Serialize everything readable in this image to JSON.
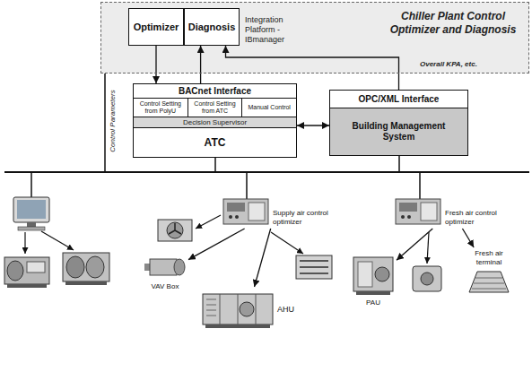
{
  "diagram": {
    "nodes": [
      {
        "text": [
          "Chiller Plant Control Optimizer and Diagnosis",
          "Integration Platform -IBmanager"
        ]
      },
      {
        "text": [
          "Optimizer"
        ],
        "in": 0
      },
      {
        "text": [
          "Diagnosis"
        ],
        "in": 0
      },
      {
        "text": [
          "BACnet Interface",
          "Decision Supervisor",
          "ATC"
        ]
      },
      {
        "text": [
          "Control Setting from PolyU"
        ],
        "in": 3
      },
      {
        "text": [
          "Control Setting from ATC"
        ],
        "in": 3
      },
      {
        "text": [
          "Manual Control"
        ],
        "in": 3
      },
      {
        "text": [
          "OPC/XML Interface"
        ]
      },
      {
        "text": [
          "Building Management System"
        ],
        "in": 7
      },
      {
        "text": [
          "Supply air control optimizer"
        ]
      },
      {
        "text": [
          "VAV Box"
        ]
      },
      {
        "text": [
          "AHU"
        ]
      },
      {
        "text": [
          "Fresh air control optimizer"
        ]
      },
      {
        "text": [
          "PAU"
        ]
      },
      {
        "text": [
          "Fresh air terminal"
        ]
      }
    ],
    "edges": [
      {
        "from": 1,
        "to": 3,
        "arrow": "to"
      },
      {
        "from": 3,
        "to": 2,
        "arrow": "to"
      },
      {
        "from": 7,
        "to": 2,
        "arrow": "to"
      },
      {
        "from": 3,
        "to": 7,
        "arrow": "both"
      },
      {
        "from": 9,
        "to": 10,
        "arrow": "to"
      },
      {
        "from": 9,
        "to": 11,
        "arrow": "to"
      },
      {
        "from": 12,
        "to": 13,
        "arrow": "to"
      },
      {
        "from": 12,
        "to": 14,
        "arrow": "to"
      }
    ],
    "labels": [
      "Control Parameters",
      "Overall KPA, etc."
    ]
  }
}
